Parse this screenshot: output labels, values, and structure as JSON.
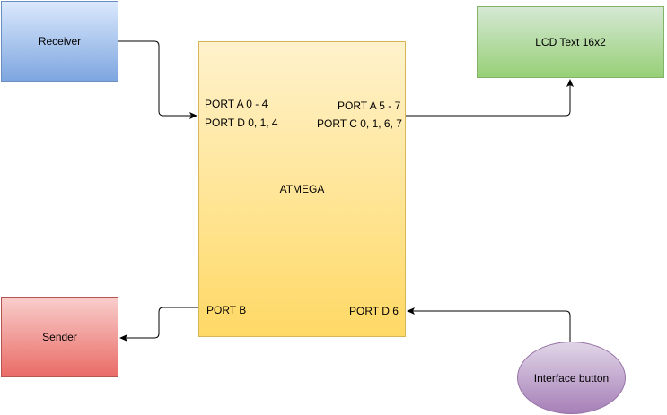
{
  "nodes": {
    "receiver": "Receiver",
    "lcd": "LCD Text 16x2",
    "sender": "Sender",
    "atmega": "ATMEGA",
    "button": "Interface button"
  },
  "ports": {
    "port_a_0_4": "PORT A 0 - 4",
    "port_d_0_1_4": "PORT D 0, 1, 4",
    "port_a_5_7": "PORT A 5 - 7",
    "port_c_0_1_6_7": "PORT C 0, 1, 6, 7",
    "port_b": "PORT B",
    "port_d_6": "PORT D 6"
  },
  "edges": [
    {
      "from": "Receiver",
      "to": "PORT A 0 - 4 / PORT D 0, 1, 4"
    },
    {
      "from": "PORT A 5 - 7 / PORT C 0, 1, 6, 7",
      "to": "LCD Text 16x2"
    },
    {
      "from": "PORT B",
      "to": "Sender"
    },
    {
      "from": "Interface button",
      "to": "PORT D 6"
    }
  ]
}
